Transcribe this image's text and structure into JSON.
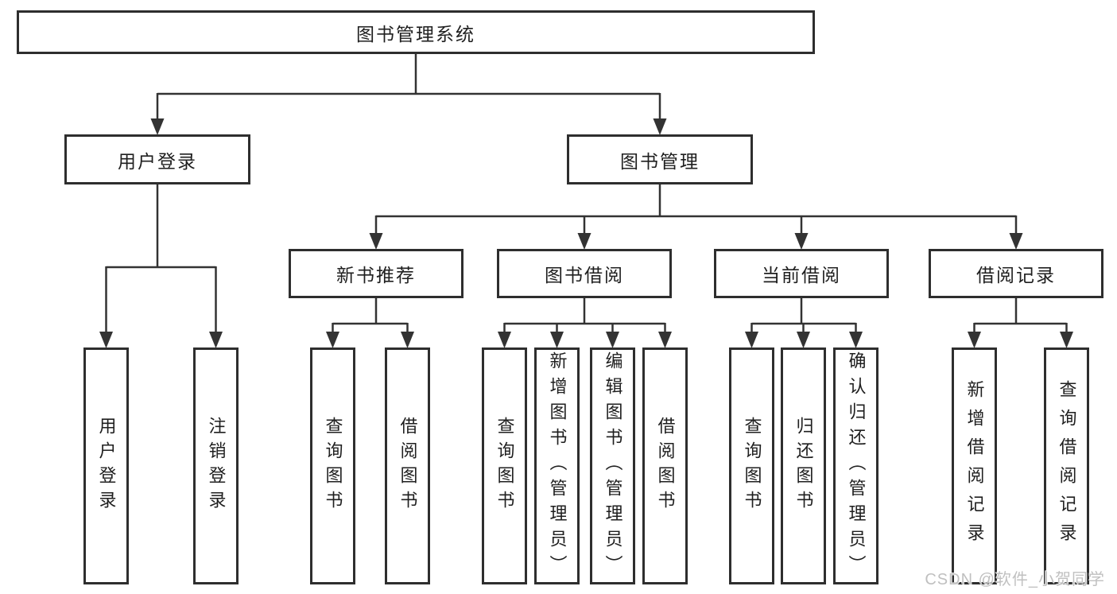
{
  "diagram": {
    "root": "图书管理系统",
    "branches": [
      {
        "label": "用户登录",
        "children": [
          {
            "label": "用户登录"
          },
          {
            "label": "注销登录"
          }
        ]
      },
      {
        "label": "图书管理",
        "children": [
          {
            "label": "新书推荐",
            "children": [
              {
                "label": "查询图书"
              },
              {
                "label": "借阅图书"
              }
            ]
          },
          {
            "label": "图书借阅",
            "children": [
              {
                "label": "查询图书"
              },
              {
                "label": "新增图书（管理员）"
              },
              {
                "label": "编辑图书（管理员）"
              },
              {
                "label": "借阅图书"
              }
            ]
          },
          {
            "label": "当前借阅",
            "children": [
              {
                "label": "查询图书"
              },
              {
                "label": "归还图书"
              },
              {
                "label": "确认归还（管理员）"
              }
            ]
          },
          {
            "label": "借阅记录",
            "children": [
              {
                "label": "新增借阅记录"
              },
              {
                "label": "查询借阅记录"
              }
            ]
          }
        ]
      }
    ]
  },
  "watermark": "CSDN @软件_小贺同学",
  "colors": {
    "line": "#333333",
    "box_border": "#2e2e2e",
    "text": "#1f1f1f",
    "watermark": "#c0c0c0",
    "background": "#ffffff"
  }
}
